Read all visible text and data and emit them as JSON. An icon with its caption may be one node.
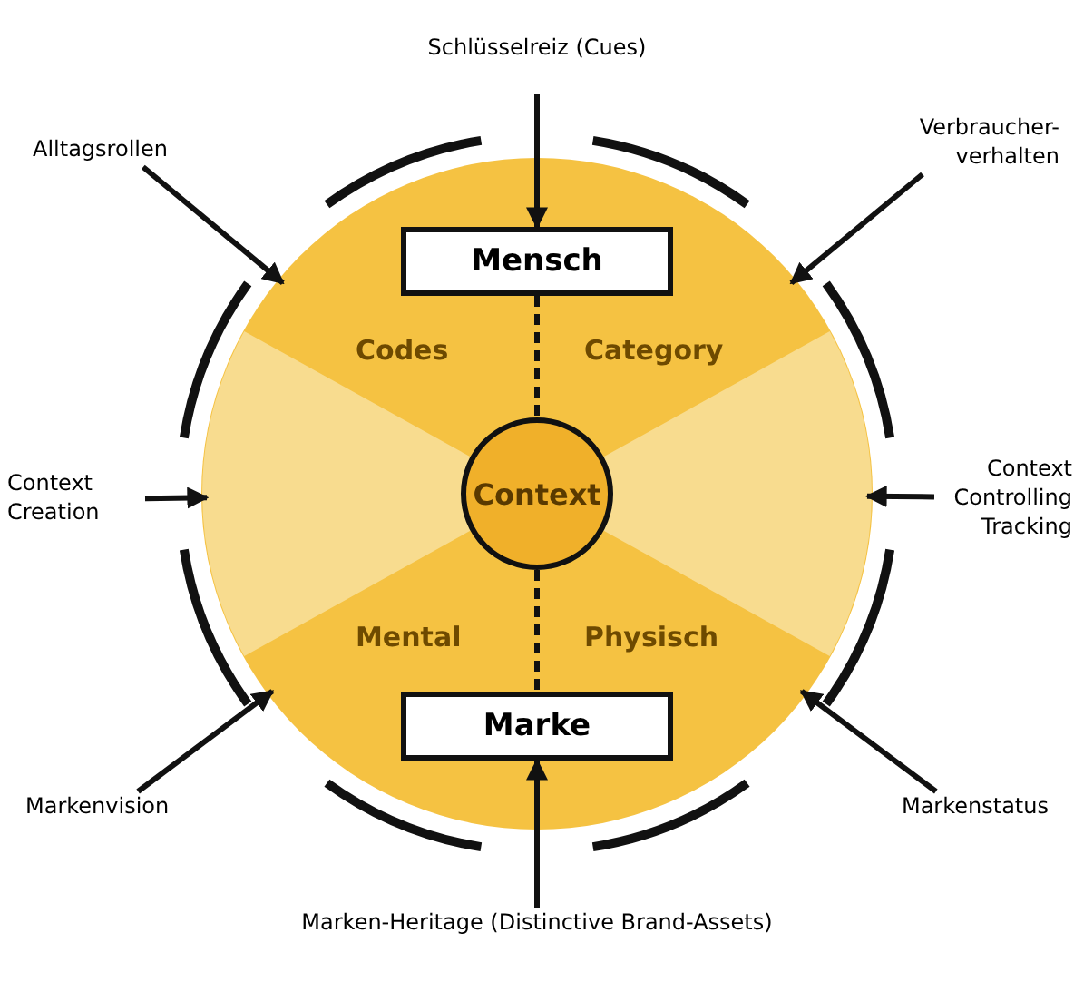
{
  "diagram": {
    "nodes": [
      {
        "text": [],
        "shape": "circle"
      },
      {
        "text": [
          "Schlüsselreiz (Cues)"
        ]
      },
      {
        "text": [
          "Alltagsrollen"
        ]
      },
      {
        "text": [
          "Verbraucher- verhalten"
        ]
      },
      {
        "text": [
          "Mensch"
        ],
        "in": 0
      },
      {
        "text": [
          "Context Creation"
        ]
      },
      {
        "text": [
          "Context"
        ],
        "in": 0
      },
      {
        "text": [
          "Context Controlling Tracking"
        ]
      },
      {
        "text": [
          "Marke"
        ],
        "in": 0
      },
      {
        "text": [
          "Markenvision"
        ]
      },
      {
        "text": [
          "Markenstatus"
        ]
      },
      {
        "text": [
          "Marken-Heritage (Distinctive Brand-Assets)"
        ]
      }
    ],
    "edges": [
      {
        "from": 1,
        "to": 4,
        "arrow": "to"
      },
      {
        "from": 2,
        "to": 0,
        "arrow": "to"
      },
      {
        "from": 3,
        "to": 0,
        "arrow": "to"
      },
      {
        "from": 5,
        "to": 0,
        "arrow": "to"
      },
      {
        "from": 7,
        "to": 0,
        "arrow": "to"
      },
      {
        "from": 9,
        "to": 0,
        "arrow": "to"
      },
      {
        "from": 10,
        "to": 0,
        "arrow": "to"
      },
      {
        "from": 11,
        "to": 8,
        "arrow": "to"
      },
      {
        "from": 4,
        "to": 6,
        "arrow": "none",
        "style": "dashed"
      },
      {
        "from": 6,
        "to": 8,
        "arrow": "none",
        "style": "dashed"
      }
    ],
    "labels": [
      "Codes",
      "Category",
      "Mental",
      "Physisch"
    ]
  }
}
